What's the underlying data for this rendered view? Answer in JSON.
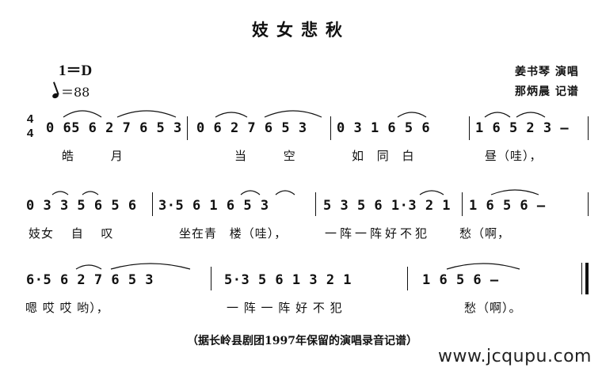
{
  "title": "妓女悲秋",
  "key": "1＝D",
  "tempo": "＝88",
  "credits": [
    "姜书琴 演唱",
    "那炳晨 记谱"
  ],
  "time_signature": {
    "top": "4",
    "bottom": "4"
  },
  "systems": [
    {
      "notes": [
        "0 65 6 2 7 6 5 3",
        "0 6   2 7 6 5 3",
        "0 3  1 6   5 6",
        "1 6 5 2 3  –"
      ],
      "lyrics": [
        "皓    月",
        "当    空",
        "如  同  白",
        "昼（哇），"
      ]
    },
    {
      "notes": [
        "0 3 3 5 6 5 6",
        "3·5 6  1 6  5 3",
        "5 3 5 6 1·3 2 1",
        "1  6   5 6  –"
      ],
      "lyrics": [
        "妓女  自  叹",
        "坐在青  楼（哇），",
        "一阵一阵好不犯",
        "愁（啊，"
      ]
    },
    {
      "notes": [
        "6·5  6 2  7 6 5 3",
        "5·3  5 6  1 3  2 1",
        "1  6    5  6   –"
      ],
      "lyrics": [
        "嗯  哎  哎      哟），",
        "一  阵  一  阵  好  不  犯",
        "愁（啊）。"
      ]
    }
  ],
  "footer": "（据长岭县剧团1997年保留的演唱录音记谱）",
  "watermark": "www.jcqupu.com"
}
